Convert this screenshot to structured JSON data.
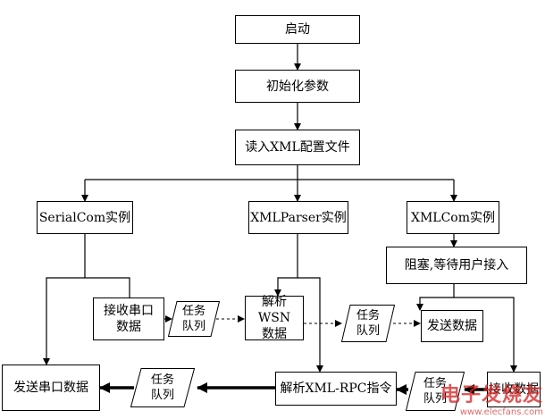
{
  "nodes": {
    "start": "启动",
    "init_params": "初始化参数",
    "read_config": "读入XML配置文件",
    "serialcom": "SerialCom实例",
    "xmlparser": "XMLParser实例",
    "xmlcom": "XMLCom实例",
    "wait_user": "阻塞,等待用户接入",
    "recv_serial": "接收串口\n数据",
    "parse_wsn": "解析WSN\n数据",
    "send_data": "发送数据",
    "send_serial": "发送串口数据",
    "parse_rpc": "解析XML-RPC指令",
    "recv_data": "接收数据"
  },
  "queues": {
    "q1": "任务\n队列",
    "q2": "任务\n队列",
    "q3": "任务\n队列",
    "q4": "任务\n队列"
  },
  "watermark": {
    "brand": "电子发烧友",
    "url": "www.elecfans.com"
  },
  "colors": {
    "line": "#000000",
    "watermark": "#d72828"
  }
}
